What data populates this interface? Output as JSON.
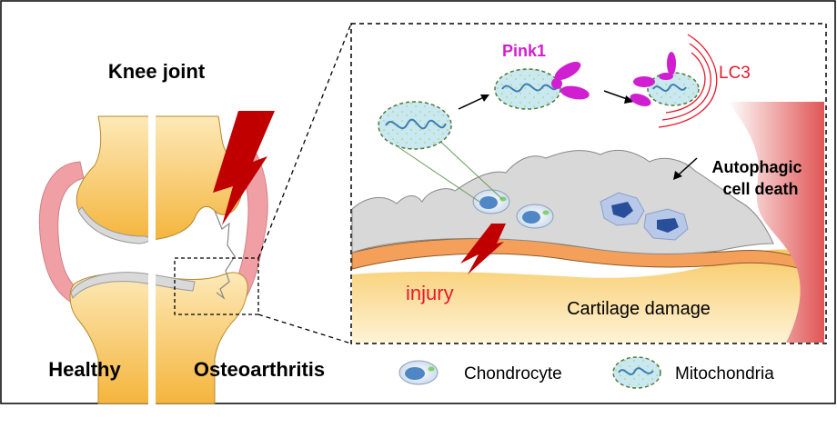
{
  "knee": {
    "title": "Knee joint",
    "label_healthy": "Healthy",
    "label_oa": "Osteoarthritis"
  },
  "process": {
    "pink1": "Pink1",
    "lc3": "LC3",
    "autophagic_line1": "Autophagic",
    "autophagic_line2": "cell death",
    "injury": "injury",
    "cartilage_damage": "Cartilage damage"
  },
  "legend": {
    "chondrocyte": "Chondrocyte",
    "mitochondria": "Mitochondria"
  },
  "colors": {
    "pink1": "#d01fd0",
    "lc3": "#e8192c",
    "injury": "#e8192c",
    "bolt": "#c00000",
    "cartilage_orange": "#f5a05a",
    "bone_yellow": "#f7c75a",
    "synovium_pink": "#f0a0a5",
    "tissue_gray": "#d8d8d8"
  }
}
